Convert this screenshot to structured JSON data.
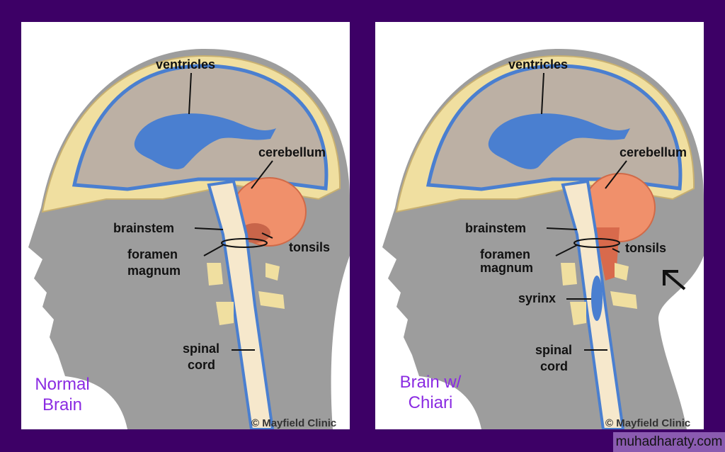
{
  "left_panel": {
    "caption": [
      "Normal",
      "Brain"
    ],
    "labels": {
      "ventricles": "ventricles",
      "cerebellum": "cerebellum",
      "brainstem": "brainstem",
      "tonsils": "tonsils",
      "foramen": "foramen",
      "magnum": "magnum",
      "spinal": "spinal",
      "cord": "cord"
    },
    "copyright": "© Mayfield Clinic"
  },
  "right_panel": {
    "caption": [
      "Brain w/",
      "Chiari"
    ],
    "labels": {
      "ventricles": "ventricles",
      "cerebellum": "cerebellum",
      "brainstem": "brainstem",
      "tonsils": "tonsils",
      "foramen": "foramen",
      "magnum": "magnum",
      "syrinx": "syrinx",
      "spinal": "spinal",
      "cord": "cord"
    },
    "copyright": "© Mayfield Clinic"
  },
  "watermark": "muhadharaty.com",
  "colors": {
    "background": "#3d0066",
    "caption": "#8a2be2",
    "ventricle": "#4a7fd0",
    "cerebellum": "#f0906b"
  }
}
